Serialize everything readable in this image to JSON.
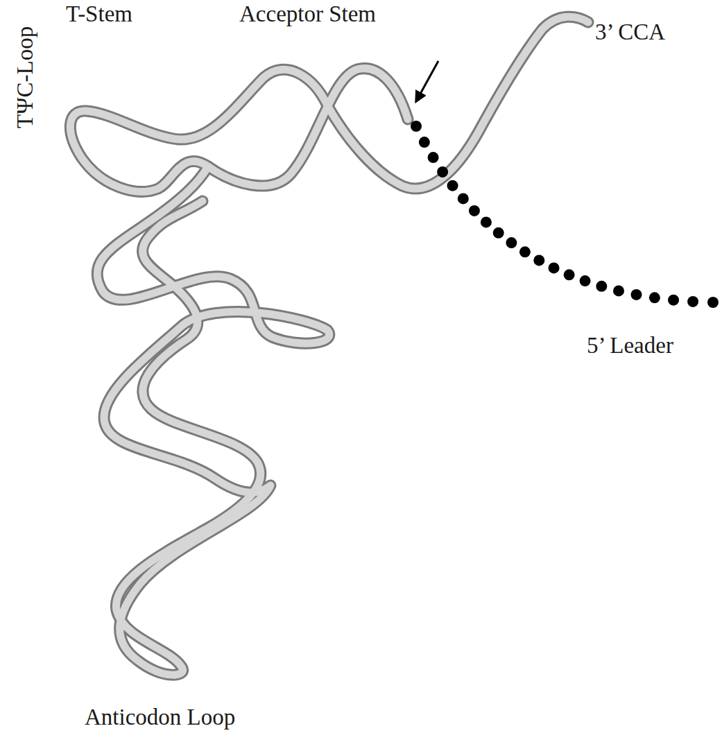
{
  "diagram": {
    "labels": [
      "T-Stem",
      "Acceptor Stem",
      "TΨC-Loop",
      "3’ CCA",
      "5’ Leader",
      "Anticodon Loop"
    ]
  }
}
